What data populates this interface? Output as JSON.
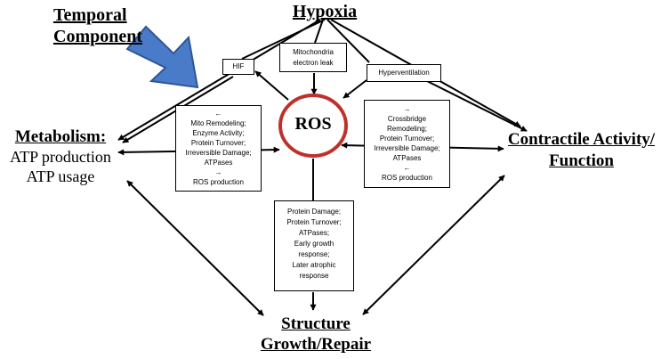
{
  "nodes": {
    "hypoxia": "Hypoxia",
    "temporal": [
      "Temporal",
      "Component"
    ],
    "metabolism": {
      "title": "Metabolism:",
      "lines": [
        "ATP production",
        "ATP usage"
      ]
    },
    "contractile": [
      "Contractile Activity/",
      "Function"
    ],
    "structure": [
      "Structure",
      "Growth/Repair"
    ],
    "ros": "ROS"
  },
  "boxes": {
    "hif": "HIF",
    "mito": [
      "Mitochondria",
      "electron leak"
    ],
    "hyperventilation": "Hyperventilation",
    "left": [
      "←",
      "Mito Remodeling;",
      "Enzyme Activity;",
      "Protein Turnover;",
      "Irreversible Damage;",
      "ATPases",
      "→",
      "ROS production"
    ],
    "right": [
      "→",
      "Crossbridge",
      "Remodeling;",
      "Protein Turnover;",
      "Irreversible Damage;",
      "ATPases",
      "←",
      "ROS production"
    ],
    "bottom": [
      "Protein Damage;",
      "Protein Turnover;",
      "ATPases;",
      "Early growth",
      "response;",
      "Later atrophic",
      "response"
    ]
  },
  "colors": {
    "ros_ring": "#c0302a",
    "arrow_fill": "#4a7bc8",
    "arrow_stroke": "#2f5597",
    "line": "#000000"
  }
}
